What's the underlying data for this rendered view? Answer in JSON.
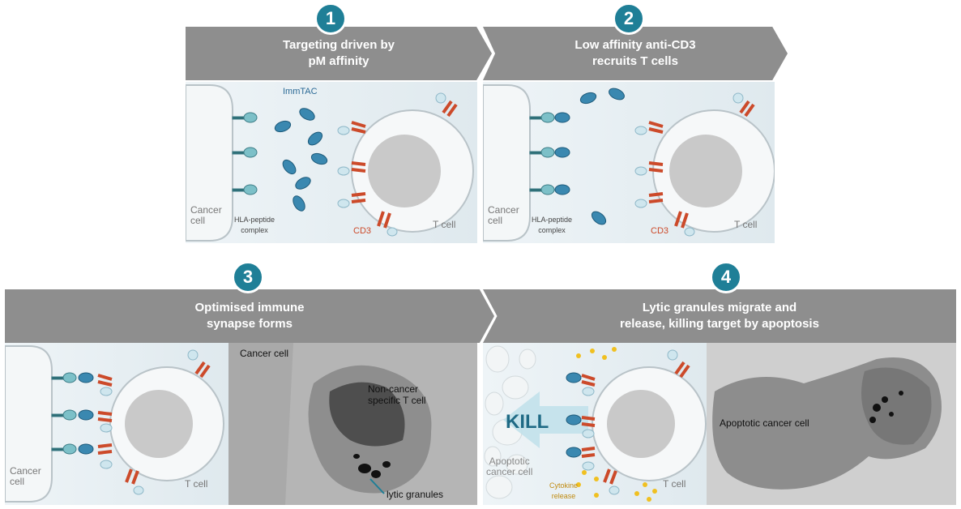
{
  "steps": [
    {
      "number": "1",
      "title_line1": "Targeting driven by",
      "title_line2": "pM affinity"
    },
    {
      "number": "2",
      "title_line1": "Low affinity anti-CD3",
      "title_line2": "recruits T cells"
    },
    {
      "number": "3",
      "title_line1": "Optimised immune",
      "title_line2": "synapse forms"
    },
    {
      "number": "4",
      "title_line1": "Lytic granules migrate and",
      "title_line2": "release, killing target by apoptosis"
    }
  ],
  "labels": {
    "cancer": "Cancer",
    "cell": "cell",
    "t_cell": "T cell",
    "immtac": "ImmTAC",
    "hla_line1": "HLA-peptide",
    "hla_line2": "complex",
    "cd3": "CD3",
    "kill": "KILL",
    "apoptotic_line1": "Apoptotic",
    "apoptotic_line2": "cancer cell",
    "cytokine_line1": "Cytokine",
    "cytokine_line2": "release"
  },
  "micrographs": {
    "panel3_cancer": "Cancer cell",
    "panel3_noncancer_line1": "Non-cancer",
    "panel3_noncancer_line2": "specific T cell",
    "panel3_granules": "lytic granules",
    "panel4_apoptotic": "Apoptotic cancer cell"
  },
  "colors": {
    "banner": "#8e8e8e",
    "badge": "#1f7f97",
    "cd3": "#cc4a2a",
    "immtac": "#3a88b0",
    "hla": "#7cc0c8",
    "nucleus": "#c9c9c9",
    "cytokine": "#f0c020"
  }
}
